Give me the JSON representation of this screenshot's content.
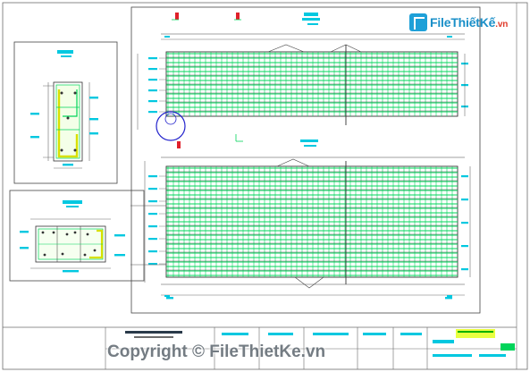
{
  "watermark": {
    "brand": "FileThiếtKế",
    "tld": ".vn",
    "copyright": "Copyright © FileThietKe.vn"
  },
  "colors": {
    "paper": "#ffffff",
    "frame": "#6b6b6b",
    "rebar": "#00d45a",
    "dim": "#00c8e0",
    "label": "#00b7cf",
    "concrete": "#c8ff60",
    "section_marker": "#e0202a",
    "callout": "#2222cc"
  }
}
